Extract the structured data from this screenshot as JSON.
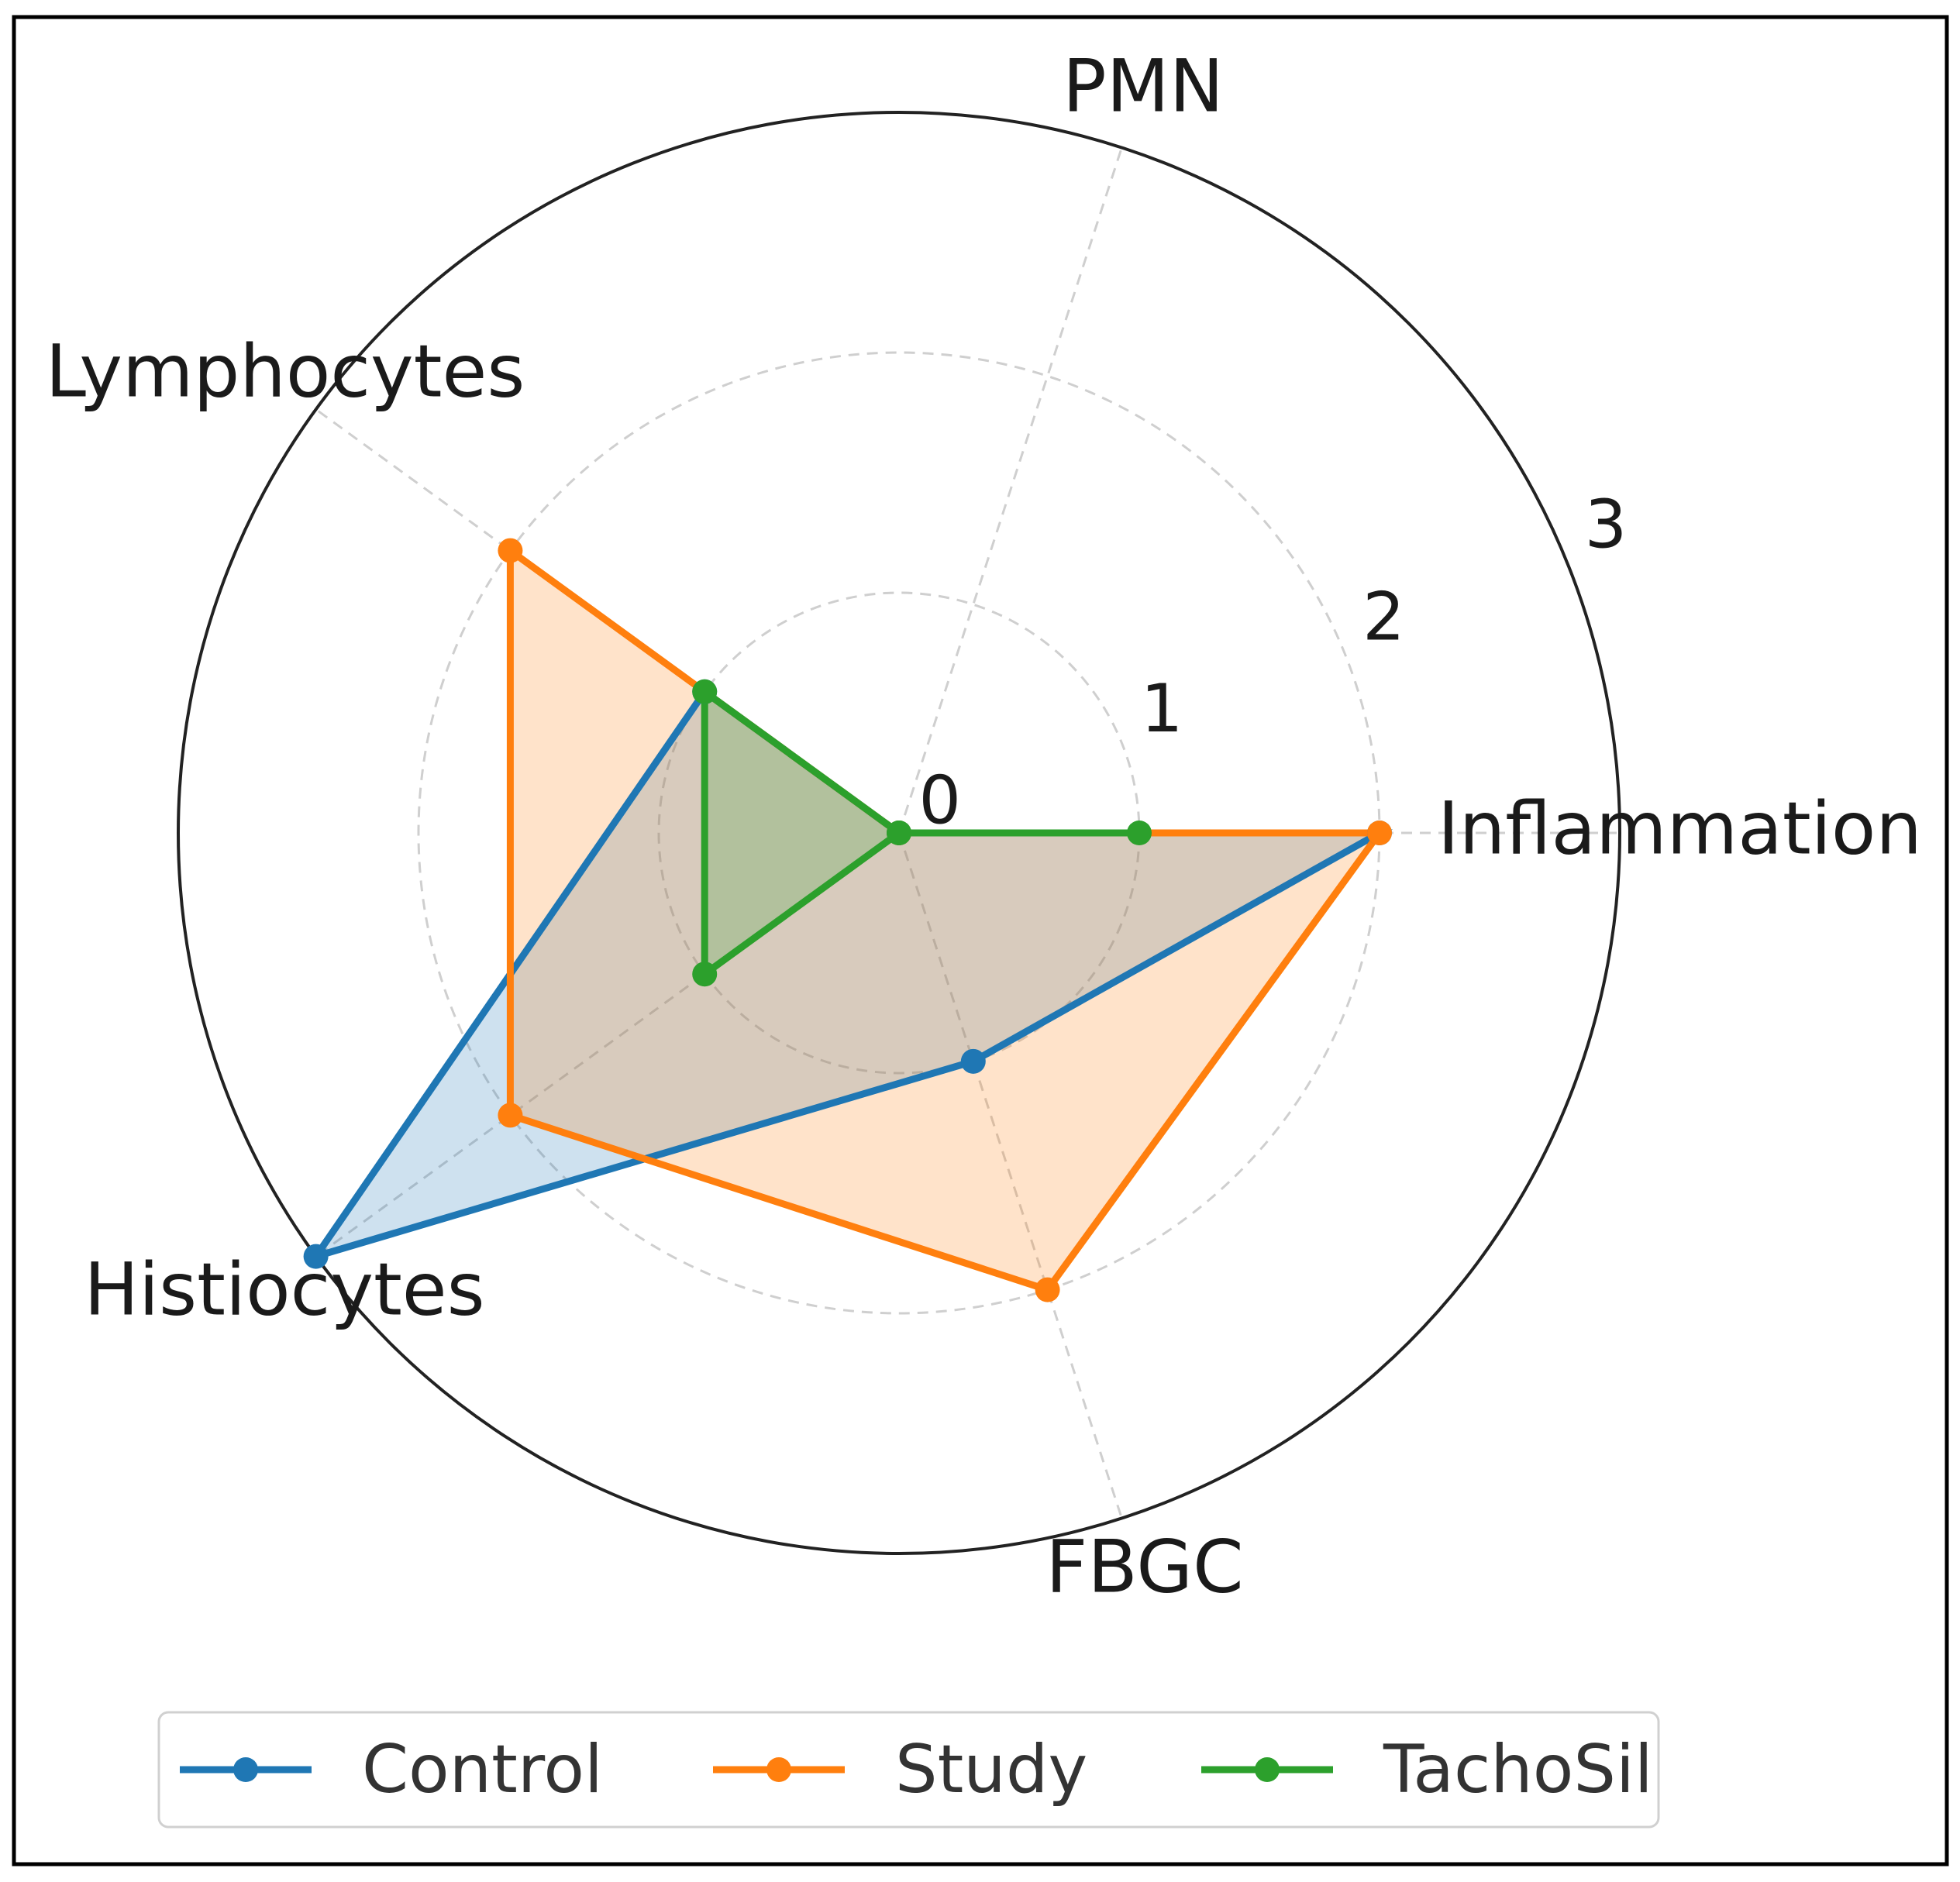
{
  "chart_data": {
    "type": "radar",
    "categories": [
      "Inflammation",
      "PMN",
      "Lymphocytes",
      "Histiocytes",
      "FBGC"
    ],
    "series": [
      {
        "name": "Control",
        "values": [
          2,
          0,
          1,
          3,
          1
        ],
        "color": "#1f77b4"
      },
      {
        "name": "Study",
        "values": [
          2,
          0,
          2,
          2,
          2
        ],
        "color": "#ff7f0e"
      },
      {
        "name": "TachoSil",
        "values": [
          1,
          0,
          1,
          1,
          0
        ],
        "color": "#2ca02c"
      }
    ],
    "radial_ticks": [
      "0",
      "1",
      "2",
      "3"
    ],
    "rlim": [
      0,
      3
    ],
    "grid": true,
    "legend": "bottom-center"
  }
}
